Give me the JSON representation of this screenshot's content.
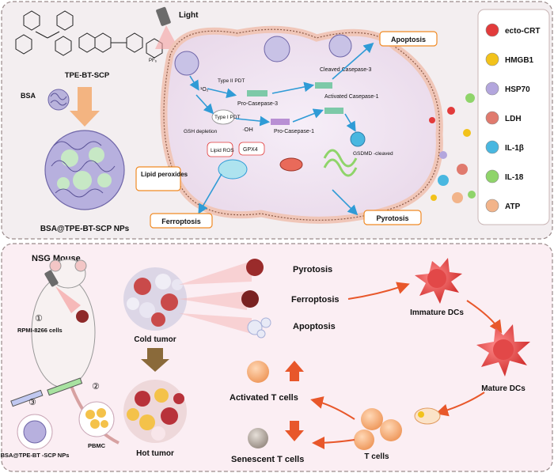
{
  "top_panel": {
    "compound_label": "TPE-BT-SCP",
    "carrier_label": "BSA",
    "nanoparticle_label": "BSA@TPE-BT-SCP NPs",
    "light_label": "Light",
    "chemistry": {
      "singlet_oxygen": "¹O₂",
      "type2_pdt": "Type II PDT",
      "type1_pdt": "Type I PDT",
      "hydroxyl": "·OH",
      "gsh": "GSH depletion",
      "lipid_ros": "Lipid ROS",
      "gpx4": "GPX4"
    },
    "pathway": {
      "pro_caspase3": "Pro-Casepase-3",
      "cleaved_caspase3": "Cleaved Casepase-3",
      "pro_caspase1": "Pro-Casepase-1",
      "activated_caspase1": "Activated Casepase-1",
      "gsdmd": "GSDMD -cleaved"
    },
    "outcomes": {
      "apoptosis": "Apoptosis",
      "ferroptosis": "Ferroptosis",
      "pyrotosis": "Pyrotosis",
      "lipid_peroxides": "Lipid peroxides"
    },
    "legend": [
      {
        "label": "ecto-CRT",
        "color": "#e23b3b"
      },
      {
        "label": "HMGB1",
        "color": "#f2c21b"
      },
      {
        "label": "HSP70",
        "color": "#b3a6dd"
      },
      {
        "label": "LDH",
        "color": "#e07a6e"
      },
      {
        "label": "IL-1β",
        "color": "#49b7e0"
      },
      {
        "label": "IL-18",
        "color": "#8fd46a"
      },
      {
        "label": "ATP",
        "color": "#f2b48a"
      }
    ]
  },
  "bottom_panel": {
    "mouse_label": "NSG Mouse",
    "step1": "①",
    "step1_label": "RPMI-8266 cells",
    "step2": "②",
    "step3": "③",
    "pbmc_label": "PBMC",
    "nps_label": "BSA@TPE-BT -SCP NPs",
    "cold_tumor": "Cold tumor",
    "hot_tumor": "Hot tumor",
    "death_modes": [
      "Pyrotosis",
      "Ferroptosis",
      "Apoptosis"
    ],
    "immature_dcs": "Immature DCs",
    "mature_dcs": "Mature DCs",
    "t_cells": "T cells",
    "activated_t": "Activated T cells",
    "senescent_t": "Senescent T cells"
  },
  "colors": {
    "accent_orange": "#f08a24",
    "arrow_blue": "#2f9bd6",
    "arrow_red": "#e8572a",
    "top_bg": "#f3eef0",
    "bottom_bg": "#fbeef3"
  }
}
